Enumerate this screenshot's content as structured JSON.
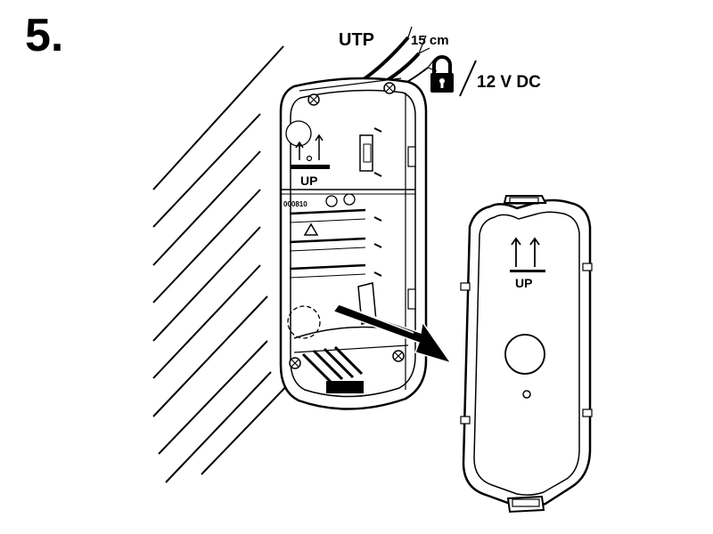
{
  "step_number": "5.",
  "labels": {
    "cable": "UTP",
    "cable_length": "15 cm",
    "power": "12 V DC"
  },
  "box_markings": {
    "up": "UP",
    "code": "000810"
  },
  "cover_markings": {
    "up": "UP"
  },
  "icons": [
    "padlock-icon",
    "up-arrows-icon",
    "recycle-triangle-icon",
    "remove-direction-arrow"
  ]
}
